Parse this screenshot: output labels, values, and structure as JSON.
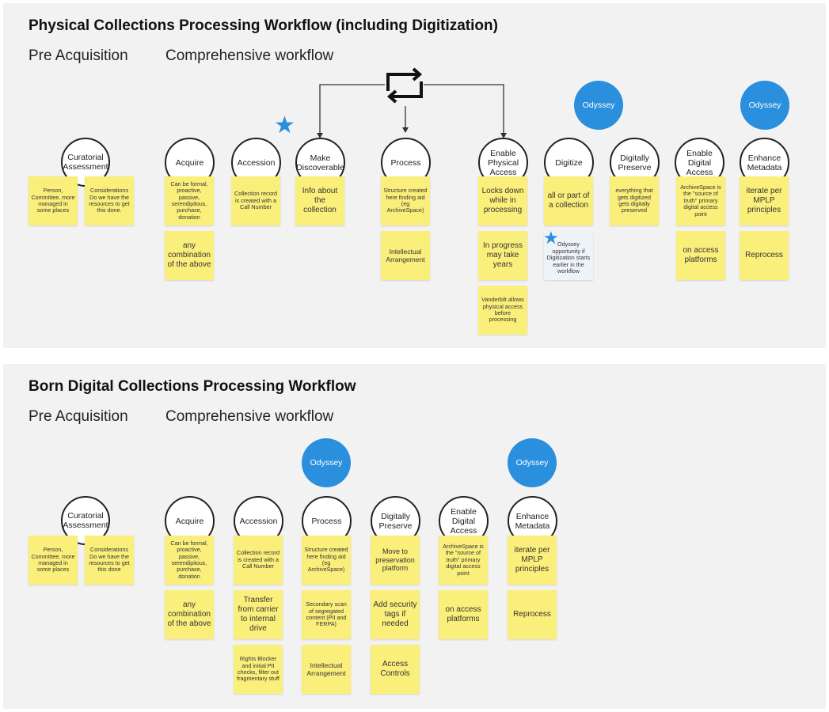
{
  "physical": {
    "title": "Physical Collections Processing Workflow (including Digitization)",
    "pre_acq": "Pre Acquisition",
    "comprehensive": "Comprehensive workflow",
    "stages": {
      "curatorial": "Curatorial Assessment",
      "acquire": "Acquire",
      "accession": "Accession",
      "make_discoverable": "Make Discoverable",
      "process": "Process",
      "enable_physical": "Enable Physical Access",
      "digitize": "Digitize",
      "digitally_preserve": "Digitally Preserve",
      "enable_digital": "Enable Digital Access",
      "enhance": "Enhance Metadata"
    },
    "odyssey": "Odyssey",
    "notes": {
      "cur1": "Person, Committee, more managed in some places",
      "cur2": "Considerations Do we have the resources to get this done.",
      "acq1": "Can be formal, proactive, passive, serendipitous, purchase, donation",
      "acq2": "any combination of the above",
      "acc1": "Collection record is created with a Call Number",
      "md1": "Info about the collection",
      "pr1": "Structure created here finding aid (eg ArchiveSpace)",
      "pr2": "Intellectual Arrangement",
      "epa1": "Locks down while in processing",
      "epa2": "In progress may take years",
      "epa3": "Vanderbilt allows physical access before processing",
      "dig1": "all or part of a collection",
      "dig2": "Odyssey opportunity if Digitization starts earlier in the workflow",
      "dp1": "everything that gets digitized gets digitally preserved",
      "eda1": "ArchiveSpace is the \"source of truth\" primary digital access point",
      "eda2": "on access platforms",
      "em1": "iterate per MPLP principles",
      "em2": "Reprocess"
    }
  },
  "born": {
    "title": "Born Digital Collections Processing Workflow",
    "pre_acq": "Pre Acquisition",
    "comprehensive": "Comprehensive workflow",
    "stages": {
      "curatorial": "Curatorial Assessment",
      "acquire": "Acquire",
      "accession": "Accession",
      "process": "Process",
      "digitally_preserve": "Digitally Preserve",
      "enable_digital": "Enable Digital Access",
      "enhance": "Enhance Metadata"
    },
    "odyssey": "Odyssey",
    "notes": {
      "cur1": "Person, Committee, more managed in some places",
      "cur2": "Considerations Do we have the resources to get this done",
      "acq1": "Can be formal, proactive, passive, serendipitous, purchase, donation",
      "acq2": "any combination of the above",
      "acc1": "Collection record is created with a Call Number",
      "acc2": "Transfer from carrier to internal drive",
      "acc3": "Rights Blocker and initial PII checks, filter out fragmentary stuff",
      "pr1": "Structure created here finding aid (eg ArchiveSpace)",
      "pr2": "Secondary scan of segregated content (PII and FERPA)",
      "pr3": "Intellectual Arrangement",
      "dp1": "Move to preservation platform",
      "dp2": "Add security tags if needed",
      "dp3": "Access Controls",
      "eda1": "ArchiveSpace is the \"source of truth\" primary digital access point",
      "eda2": "on access platforms",
      "em1": "iterate per MPLP principles",
      "em2": "Reprocess"
    }
  },
  "colors": {
    "sticky": "#fbef7b",
    "odyssey": "#2a8fdc",
    "panel": "#f2f2f2",
    "star": "#2a8fdc"
  }
}
